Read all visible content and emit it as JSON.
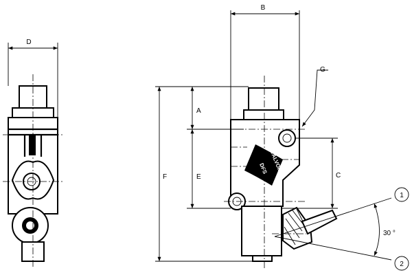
{
  "dimensions": {
    "A": "A",
    "B": "B",
    "C": "C",
    "D": "D",
    "E": "E",
    "F": "F",
    "G": "G"
  },
  "angle_label": "30 °",
  "positions": {
    "one": "1",
    "two": "2"
  },
  "body_marking": {
    "brand": "VALVOIL",
    "model": "DFS"
  }
}
